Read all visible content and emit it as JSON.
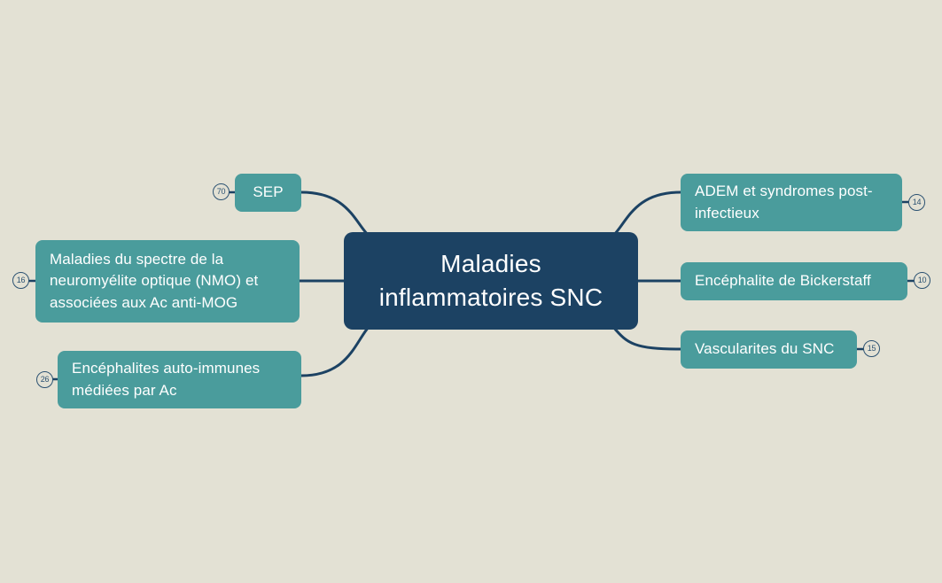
{
  "diagram": {
    "type": "mind-map",
    "background_color": "#e3e1d4",
    "root_color": "#1c4263",
    "branch_color": "#4a9c9c",
    "connector_color": "#1c4263",
    "badge_text_color": "#2c5272",
    "root": {
      "label": "Maladies inflammatoires SNC",
      "line1": "Maladies",
      "line2": "inflammatoires SNC"
    },
    "branches": [
      {
        "id": "sep",
        "label": "SEP",
        "badge": "70",
        "side": "left"
      },
      {
        "id": "nmo",
        "label": "Maladies du spectre de la neuromyélite optique (NMO) et associées aux Ac anti-MOG",
        "badge": "16",
        "side": "left"
      },
      {
        "id": "encephalites",
        "label": "Encéphalites auto-immunes médiées par Ac",
        "badge": "26",
        "side": "left"
      },
      {
        "id": "adem",
        "label": "ADEM et syndromes post-infectieux",
        "badge": "14",
        "side": "right"
      },
      {
        "id": "bickerstaff",
        "label": "Encéphalite de Bickerstaff",
        "badge": "10",
        "side": "right"
      },
      {
        "id": "vascularites",
        "label": "Vascularites du SNC",
        "badge": "15",
        "side": "right"
      }
    ]
  }
}
